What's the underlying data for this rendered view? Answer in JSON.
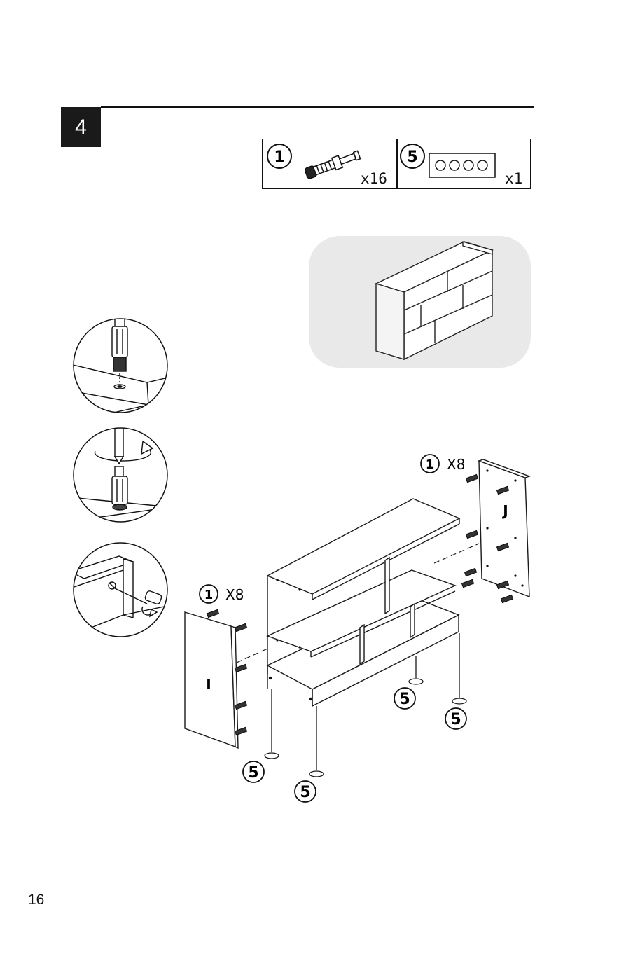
{
  "step": {
    "number": "4"
  },
  "parts": [
    {
      "id": "1",
      "name": "cam-bolt",
      "qty": "x16",
      "icon": "cam-bolt-icon"
    },
    {
      "id": "5",
      "name": "felt-pads-sheet",
      "qty": "x1",
      "icon": "felt-pad-sheet-icon"
    }
  ],
  "detail_steps": [
    "insert-bolt",
    "screw-in-bolt",
    "tighten-cam"
  ],
  "assembly": {
    "left_panel": {
      "label": "I",
      "callout_part": "1",
      "callout_qty": "X8"
    },
    "right_panel": {
      "label": "J",
      "callout_part": "1",
      "callout_qty": "X8"
    },
    "feet_callouts": [
      "5",
      "5",
      "5",
      "5"
    ]
  },
  "page_number": "16",
  "colors": {
    "ink": "#111111",
    "step_box": "#1a1a1a",
    "preview_bg": "#e9e9e9"
  }
}
